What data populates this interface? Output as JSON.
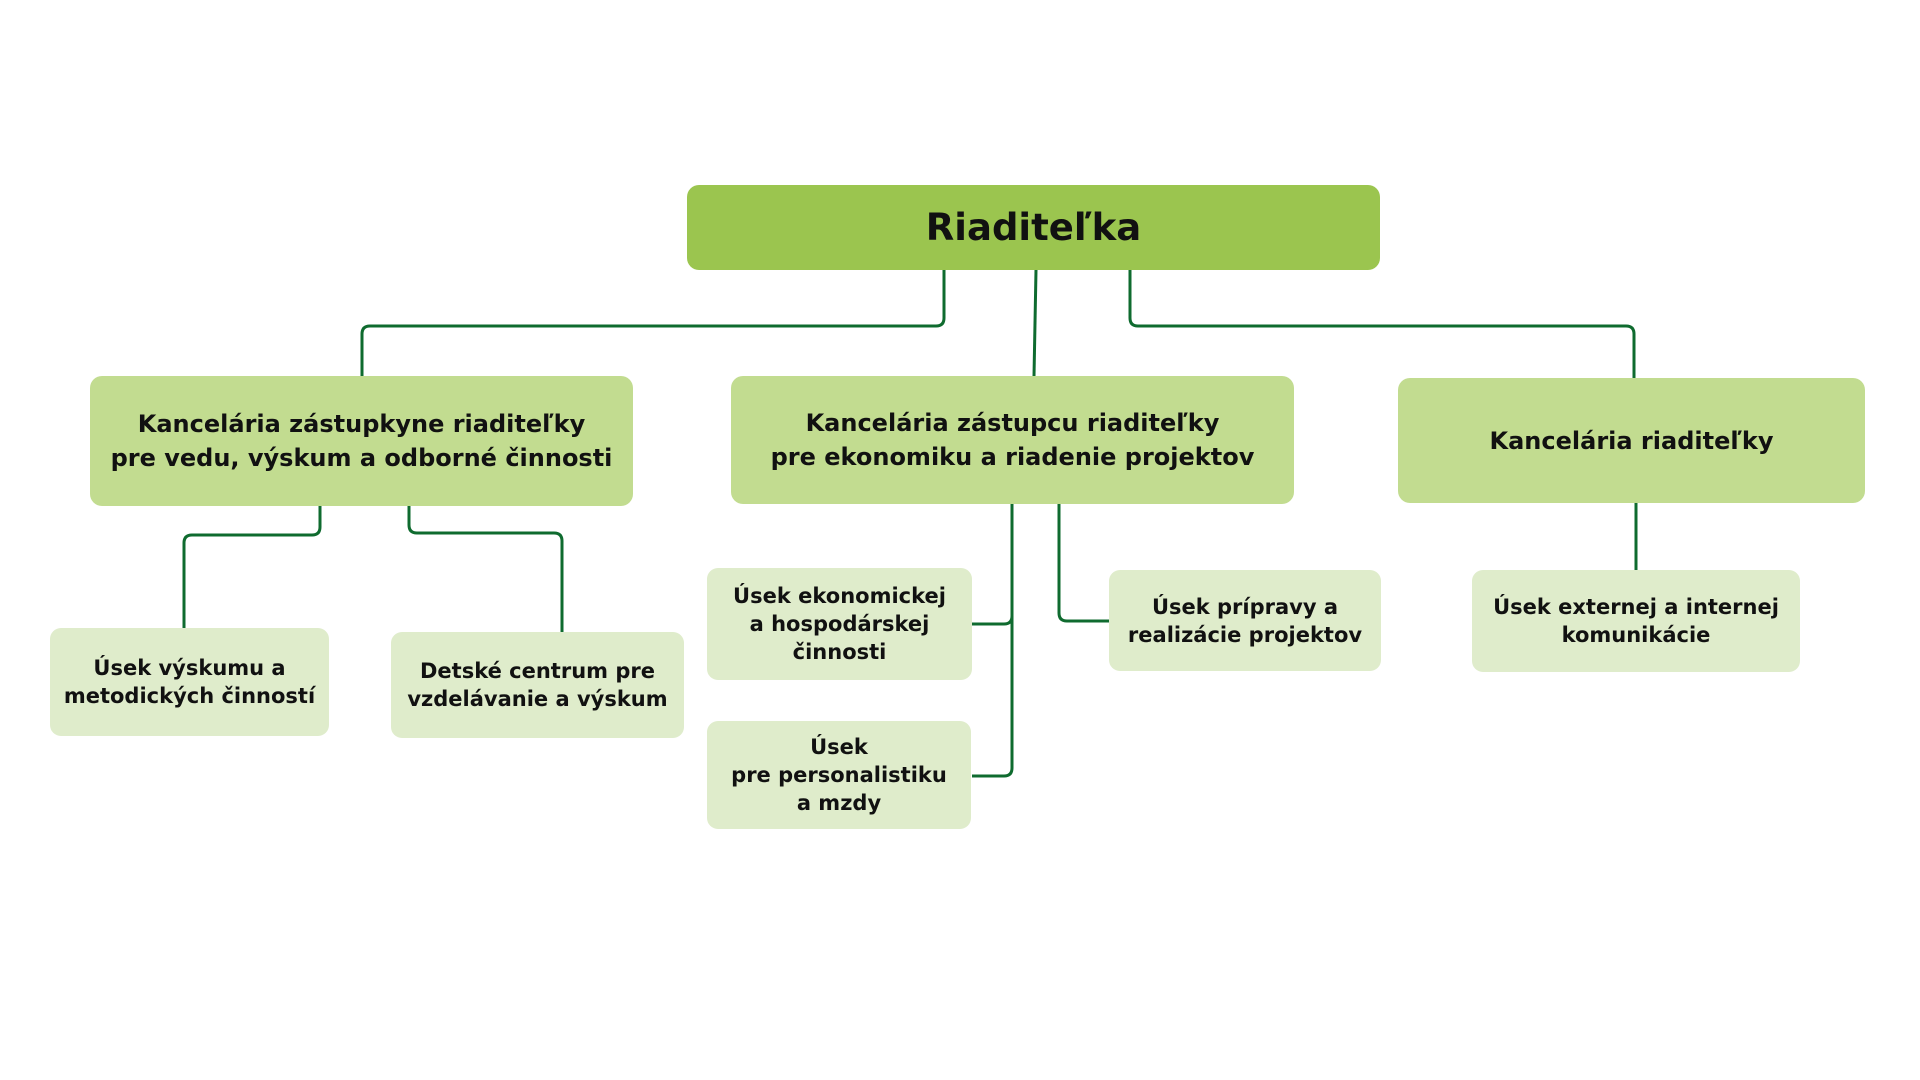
{
  "colors": {
    "root_fill": "#9bc54f",
    "level1_fill": "#c2dc90",
    "level2_fill": "#dfeccb",
    "connector": "#0f6b2f"
  },
  "nodes": {
    "root": "Riaditeľka",
    "office_science": "Kancelária zástupkyne riaditeľky\npre vedu, výskum a odborné činnosti",
    "office_economy": "Kancelária zástupcu riaditeľky\npre ekonomiku a riadenie projektov",
    "office_director": "Kancelária riaditeľky",
    "dept_research": "Úsek výskumu a\nmetodických činností",
    "dept_children": "Detské centrum pre\nvzdelávanie a výskum",
    "dept_economic": "Úsek ekonomickej\na hospodárskej\nčinnosti",
    "dept_personnel": "Úsek\npre personalistiku\na mzdy",
    "dept_projects": "Úsek prípravy a\nrealizácie projektov",
    "dept_communication": "Úsek externej a internej\nkomunikácie"
  }
}
